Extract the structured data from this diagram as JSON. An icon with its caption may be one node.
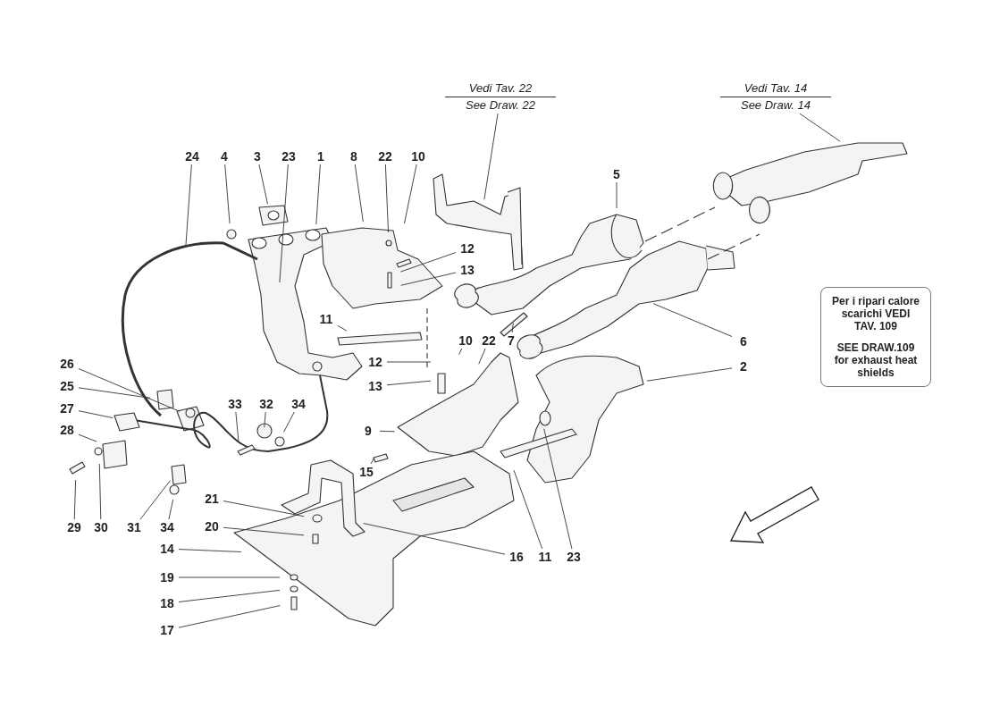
{
  "diagram": {
    "nodes": [
      {
        "text": [
          "Vedi Tav. 22",
          "See Draw. 22"
        ]
      },
      {
        "text": [
          "Vedi Tav. 14",
          "See Draw. 14"
        ]
      },
      {
        "text": [
          "24"
        ]
      },
      {
        "text": [
          "4"
        ]
      },
      {
        "text": [
          "3"
        ]
      },
      {
        "text": [
          "23"
        ]
      },
      {
        "text": [
          "1"
        ]
      },
      {
        "text": [
          "8"
        ]
      },
      {
        "text": [
          "22"
        ]
      },
      {
        "text": [
          "10"
        ]
      },
      {
        "text": [
          "5"
        ]
      },
      {
        "text": [
          "12"
        ]
      },
      {
        "text": [
          "13"
        ]
      },
      {
        "text": [
          "11"
        ]
      },
      {
        "text": [
          "Per i ripari calore scarichi VEDI TAV. 109",
          "SEE DRAW.109 for exhaust heat shields"
        ]
      },
      {
        "text": [
          "10"
        ]
      },
      {
        "text": [
          "22"
        ]
      },
      {
        "text": [
          "7"
        ]
      },
      {
        "text": [
          "6"
        ]
      },
      {
        "text": [
          "2"
        ]
      },
      {
        "text": [
          "26"
        ]
      },
      {
        "text": [
          "12"
        ]
      },
      {
        "text": [
          "25"
        ]
      },
      {
        "text": [
          "13"
        ]
      },
      {
        "text": [
          "27"
        ]
      },
      {
        "text": [
          "33"
        ]
      },
      {
        "text": [
          "32"
        ]
      },
      {
        "text": [
          "34"
        ]
      },
      {
        "text": [
          "9"
        ]
      },
      {
        "text": [
          "28"
        ]
      },
      {
        "text": [
          "15"
        ]
      },
      {
        "text": [
          "21"
        ]
      },
      {
        "text": [
          "20"
        ]
      },
      {
        "text": [
          "29"
        ]
      },
      {
        "text": [
          "30"
        ]
      },
      {
        "text": [
          "31"
        ]
      },
      {
        "text": [
          "34"
        ]
      },
      {
        "text": [
          "16"
        ]
      },
      {
        "text": [
          "11"
        ]
      },
      {
        "text": [
          "23"
        ]
      },
      {
        "text": [
          "14"
        ]
      },
      {
        "text": [
          "19"
        ]
      },
      {
        "text": [
          "18"
        ]
      },
      {
        "text": [
          "17"
        ]
      }
    ],
    "edges": [
      {
        "from": 0,
        "to": null,
        "arrow": "none"
      },
      {
        "from": 1,
        "to": null,
        "arrow": "none"
      },
      {
        "from": 2,
        "to": null,
        "arrow": "none"
      },
      {
        "from": 3,
        "to": null,
        "arrow": "none"
      },
      {
        "from": 4,
        "to": null,
        "arrow": "none"
      },
      {
        "from": 5,
        "to": null,
        "arrow": "none"
      },
      {
        "from": 6,
        "to": null,
        "arrow": "none"
      },
      {
        "from": 7,
        "to": null,
        "arrow": "none"
      },
      {
        "from": 8,
        "to": null,
        "arrow": "none"
      },
      {
        "from": 9,
        "to": null,
        "arrow": "none"
      },
      {
        "from": 10,
        "to": null,
        "arrow": "none"
      },
      {
        "from": 11,
        "to": null,
        "arrow": "none"
      },
      {
        "from": 12,
        "to": null,
        "arrow": "none"
      },
      {
        "from": 13,
        "to": null,
        "arrow": "none"
      },
      {
        "from": 15,
        "to": null,
        "arrow": "none"
      },
      {
        "from": 16,
        "to": null,
        "arrow": "none"
      },
      {
        "from": 17,
        "to": null,
        "arrow": "none"
      },
      {
        "from": 18,
        "to": null,
        "arrow": "none"
      },
      {
        "from": 19,
        "to": null,
        "arrow": "none"
      },
      {
        "from": 20,
        "to": null,
        "arrow": "none"
      },
      {
        "from": 21,
        "to": null,
        "arrow": "none"
      },
      {
        "from": 22,
        "to": null,
        "arrow": "none"
      },
      {
        "from": 23,
        "to": null,
        "arrow": "none"
      },
      {
        "from": 24,
        "to": null,
        "arrow": "none"
      },
      {
        "from": 25,
        "to": null,
        "arrow": "none"
      },
      {
        "from": 26,
        "to": null,
        "arrow": "none"
      },
      {
        "from": 27,
        "to": null,
        "arrow": "none"
      },
      {
        "from": 28,
        "to": null,
        "arrow": "none"
      },
      {
        "from": 29,
        "to": null,
        "arrow": "none"
      },
      {
        "from": 30,
        "to": null,
        "arrow": "none"
      },
      {
        "from": 31,
        "to": null,
        "arrow": "none"
      },
      {
        "from": 32,
        "to": null,
        "arrow": "none"
      },
      {
        "from": 33,
        "to": null,
        "arrow": "none"
      },
      {
        "from": 34,
        "to": null,
        "arrow": "none"
      },
      {
        "from": 35,
        "to": null,
        "arrow": "none"
      },
      {
        "from": 36,
        "to": null,
        "arrow": "none"
      },
      {
        "from": 37,
        "to": null,
        "arrow": "none"
      },
      {
        "from": 38,
        "to": null,
        "arrow": "none"
      },
      {
        "from": 39,
        "to": null,
        "arrow": "none"
      },
      {
        "from": 40,
        "to": null,
        "arrow": "none"
      },
      {
        "from": 41,
        "to": null,
        "arrow": "none"
      },
      {
        "from": 42,
        "to": null,
        "arrow": "none"
      },
      {
        "from": 43,
        "to": null,
        "arrow": "none"
      }
    ]
  }
}
